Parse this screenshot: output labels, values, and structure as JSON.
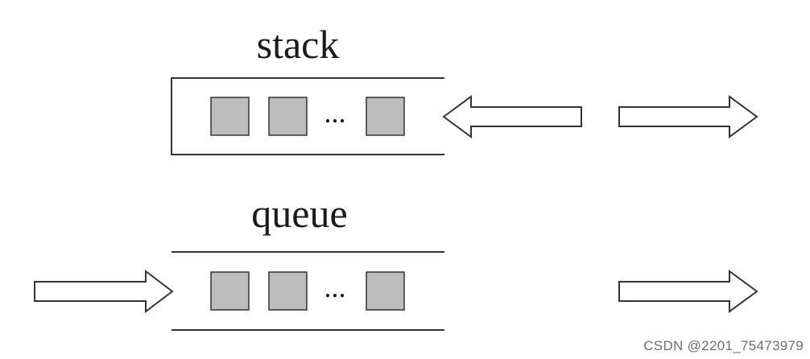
{
  "stack": {
    "title": "stack",
    "ellipsis": "..."
  },
  "queue": {
    "title": "queue",
    "ellipsis": "..."
  },
  "colors": {
    "element_fill": "#bdbdbd",
    "stroke": "#333333",
    "arrow_fill": "#ffffff"
  },
  "watermark": "CSDN @2201_75473979"
}
